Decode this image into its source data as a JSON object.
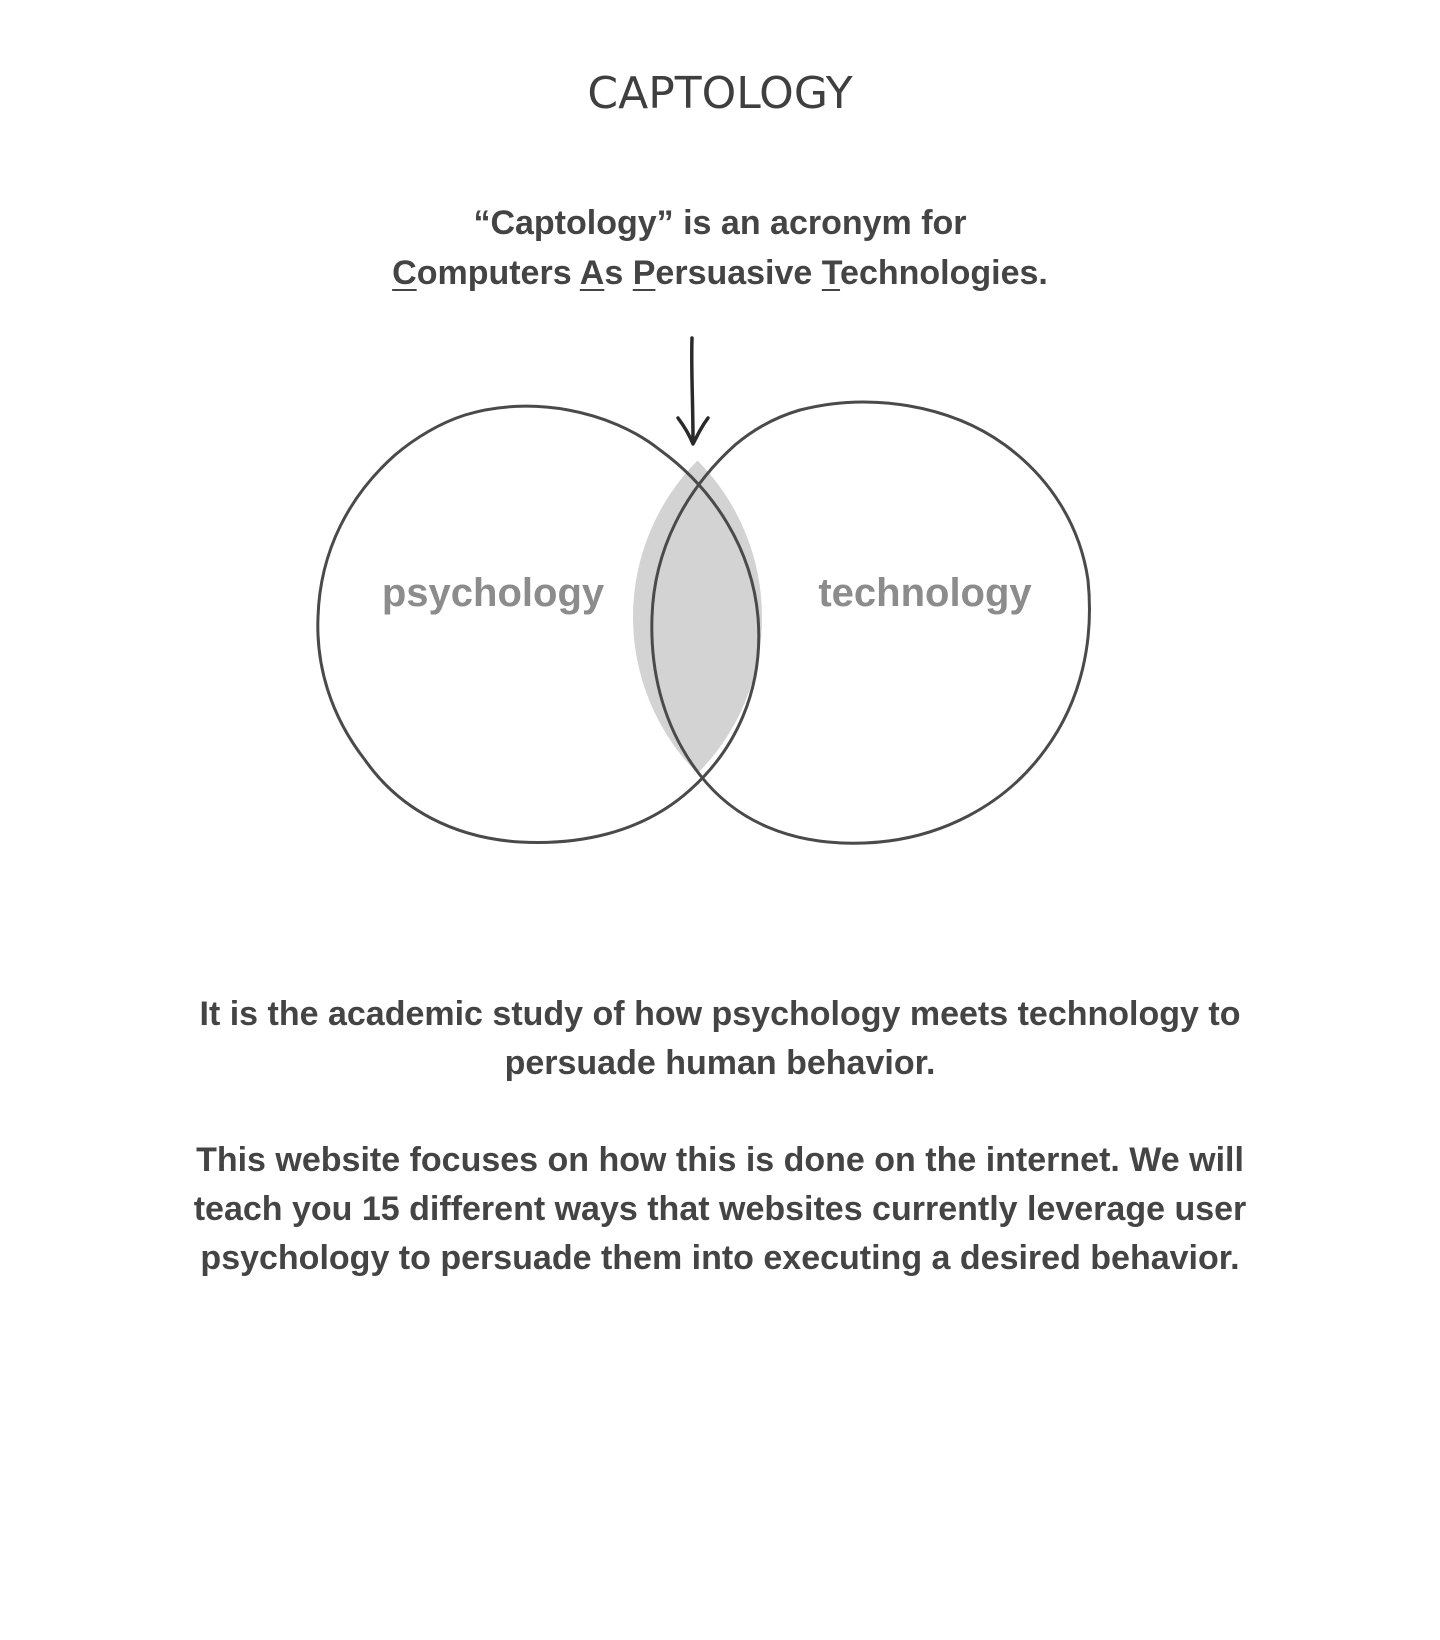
{
  "page": {
    "title": "CAPTOLOGY"
  },
  "definition": {
    "line1": "“Captology” is an acronym for",
    "acronym_words": [
      {
        "initial": "C",
        "rest": "omputers"
      },
      {
        "initial": "A",
        "rest": "s"
      },
      {
        "initial": "P",
        "rest": "ersuasive"
      },
      {
        "initial": "T",
        "rest": "echnologies."
      }
    ]
  },
  "venn": {
    "left_label": "psychology",
    "right_label": "technology",
    "overlap_fill": "#d3d3d3",
    "stroke_color": "#4a4a4a",
    "label_color": "#8c8c8c"
  },
  "paragraphs": {
    "first": "It is the academic study of how psychology meets technology to persuade human behavior.",
    "second": "This website focuses on how this is done on the internet. We will teach you 15 different ways that websites currently leverage user psychology to persuade them into executing a desired behavior."
  }
}
